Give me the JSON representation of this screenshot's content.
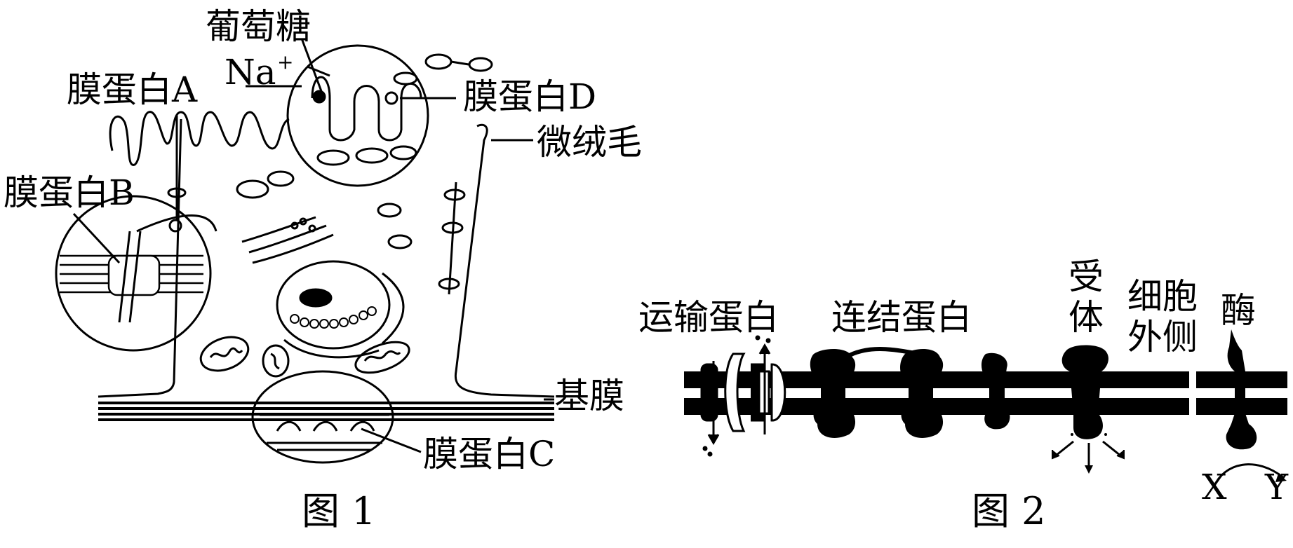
{
  "figure1": {
    "caption": "图 1",
    "labels": {
      "glucose": "葡萄糖",
      "sodium": "Na",
      "sodium_charge": "+",
      "protein_a": "膜蛋白A",
      "protein_b": "膜蛋白B",
      "protein_c": "膜蛋白C",
      "protein_d": "膜蛋白D",
      "microvilli": "微绒毛",
      "basement_membrane": "基膜"
    }
  },
  "figure2": {
    "caption": "图 2",
    "labels": {
      "transport_protein": "运输蛋白",
      "linking_protein": "连结蛋白",
      "receptor_1": "受",
      "receptor_2": "体",
      "outside_1": "细胞",
      "outside_2": "外侧",
      "enzyme": "酶",
      "x": "X",
      "y": "Y"
    }
  },
  "colors": {
    "ink": "#000000",
    "background": "#ffffff"
  }
}
